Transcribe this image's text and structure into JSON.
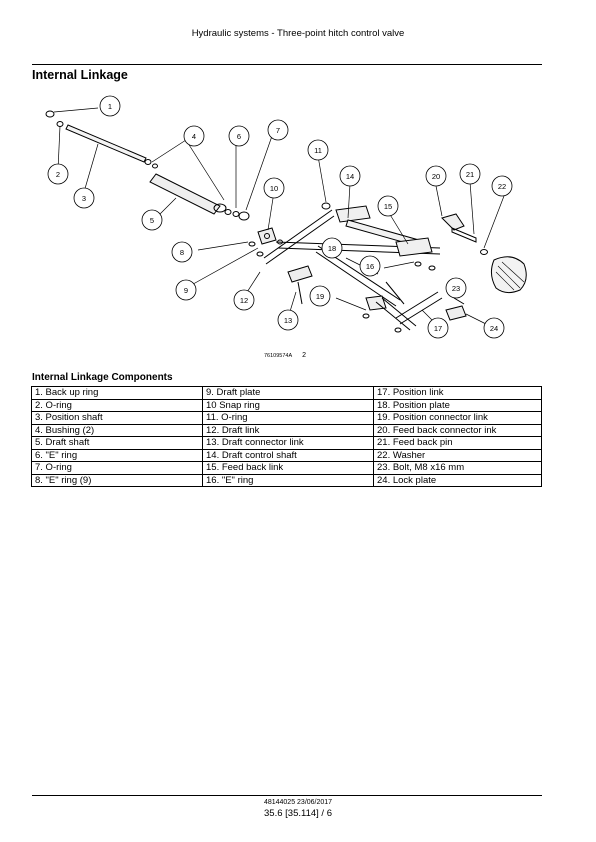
{
  "header": {
    "title": "Hydraulic systems - Three-point hitch control valve"
  },
  "section": {
    "title": "Internal Linkage"
  },
  "figure": {
    "callouts": [
      "1",
      "2",
      "3",
      "4",
      "5",
      "6",
      "7",
      "8",
      "9",
      "10",
      "11",
      "12",
      "13",
      "14",
      "15",
      "16",
      "17",
      "18",
      "19",
      "20",
      "21",
      "22",
      "23",
      "24"
    ],
    "image_id": "76109574A",
    "number": "2"
  },
  "table": {
    "title": "Internal Linkage Components",
    "rows": [
      [
        "1.  Back up ring",
        "9.  Draft plate",
        "17.  Position link"
      ],
      [
        "2.  O-ring",
        "10 Snap ring",
        "18.  Position plate"
      ],
      [
        "3.  Position shaft",
        "11.  O-ring",
        "19.  Position connector link"
      ],
      [
        "4.  Bushing (2)",
        "12.  Draft link",
        "20.  Feed back connector ink"
      ],
      [
        "5.  Draft shaft",
        "13.  Draft connector link",
        "21.  Feed back pin"
      ],
      [
        "6.  \"E\" ring",
        "14.  Draft control shaft",
        "22.  Washer"
      ],
      [
        "7.  O-ring",
        "15.  Feed back link",
        "23.  Bolt, M8 x16 mm"
      ],
      [
        "8.  \"E\" ring (9)",
        "16.  \"E\" ring",
        "24.  Lock plate"
      ]
    ]
  },
  "footer": {
    "doc": "48144025 23/06/2017",
    "page": "35.6 [35.114] / 6"
  }
}
